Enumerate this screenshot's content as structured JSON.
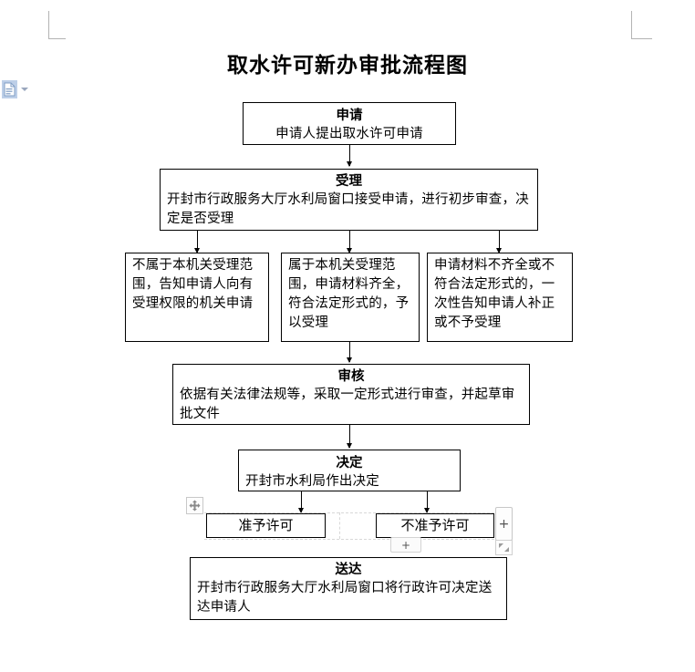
{
  "document": {
    "title": "取水许可新办审批流程图"
  },
  "paste_widget": {
    "icon": "paste-options-icon",
    "caret": "chevron-down-icon"
  },
  "table_controls": {
    "move_handle": "table-move-handle",
    "add_column_label": "+",
    "add_row_label": "+",
    "resize_handle": "table-resize-handle"
  },
  "flow": {
    "nodes": [
      {
        "id": "apply",
        "heading": "申请",
        "body": "申请人提出取水许可申请"
      },
      {
        "id": "accept",
        "heading": "受理",
        "body": "开封市行政服务大厅水利局窗口接受申请，进行初步审查，决定是否受理"
      },
      {
        "id": "branch-not-in-scope",
        "heading": "",
        "body": "不属于本机关受理范围，告知申请人向有受理权限的机关申请"
      },
      {
        "id": "branch-in-scope",
        "heading": "",
        "body": "属于本机关受理范围，申请材料齐全，符合法定形式的，予以受理"
      },
      {
        "id": "branch-incomplete",
        "heading": "",
        "body": "申请材料不齐全或不符合法定形式的，一次性告知申请人补正或不予受理"
      },
      {
        "id": "review",
        "heading": "审核",
        "body": "依据有关法律法规等，采取一定形式进行审查，并起草审批文件"
      },
      {
        "id": "decision",
        "heading": "决定",
        "body": "开封市水利局作出决定"
      },
      {
        "id": "approve",
        "heading": "",
        "body": "准予许可"
      },
      {
        "id": "reject",
        "heading": "",
        "body": "不准予许可"
      },
      {
        "id": "deliver",
        "heading": "送达",
        "body": "开封市行政服务大厅水利局窗口将行政许可决定送达申请人"
      }
    ]
  },
  "colors": {
    "border": "#000000",
    "page_background": "#ffffff",
    "text": "#000000",
    "margin_mark": "#b3b3b3",
    "handle_border": "#c8c8c8"
  }
}
